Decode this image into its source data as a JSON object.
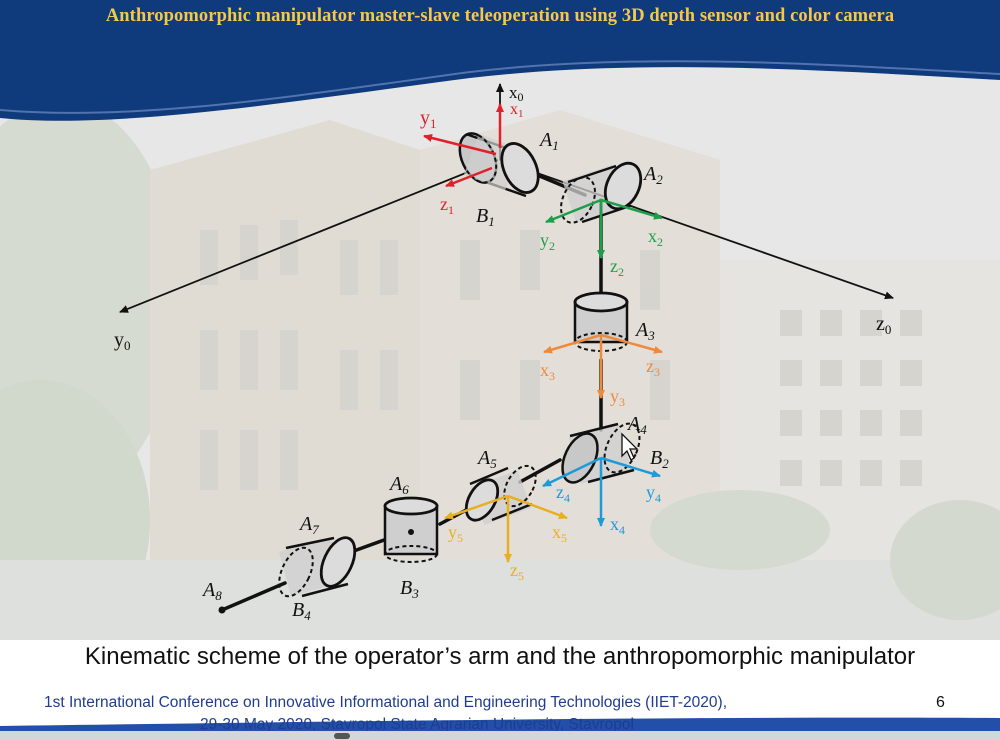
{
  "title": "Anthropomorphic manipulator master-slave teleoperation using 3D depth sensor and color camera",
  "caption": "Kinematic scheme of the operator’s arm and the anthropomorphic manipulator",
  "footer": {
    "conference": "1st International Conference on Innovative Informational and Engineering Technologies (IIET-2020),",
    "second_line_partial": "29-30 May 2020, Stavropol State Agrarian University, Stavropol",
    "slide_number": "6"
  },
  "base_axes": [
    {
      "id": "x0",
      "main": "x",
      "sub": "0"
    },
    {
      "id": "y0",
      "main": "y",
      "sub": "0"
    },
    {
      "id": "z0",
      "main": "z",
      "sub": "0"
    }
  ],
  "joints": {
    "A1": {
      "main": "A",
      "sub": "1"
    },
    "A2": {
      "main": "A",
      "sub": "2"
    },
    "A3": {
      "main": "A",
      "sub": "3"
    },
    "A4": {
      "main": "A",
      "sub": "4"
    },
    "A5": {
      "main": "A",
      "sub": "5"
    },
    "A6": {
      "main": "A",
      "sub": "6"
    },
    "A7": {
      "main": "A",
      "sub": "7"
    },
    "A8": {
      "main": "A",
      "sub": "8"
    },
    "B1": {
      "main": "B",
      "sub": "1"
    },
    "B2": {
      "main": "B",
      "sub": "2"
    },
    "B3": {
      "main": "B",
      "sub": "3"
    },
    "B4": {
      "main": "B",
      "sub": "4"
    }
  },
  "frames": {
    "f1": {
      "color": "#e0202a",
      "x": {
        "main": "x",
        "sub": "1"
      },
      "y": {
        "main": "y",
        "sub": "1"
      },
      "z": {
        "main": "z",
        "sub": "1"
      }
    },
    "f2": {
      "color": "#1e9e4a",
      "x": {
        "main": "x",
        "sub": "2"
      },
      "y": {
        "main": "y",
        "sub": "2"
      },
      "z": {
        "main": "z",
        "sub": "2"
      }
    },
    "f3": {
      "color": "#ee8a3c",
      "x": {
        "main": "x",
        "sub": "3"
      },
      "y": {
        "main": "y",
        "sub": "3"
      },
      "z": {
        "main": "z",
        "sub": "3"
      }
    },
    "f4": {
      "color": "#1e9ad6",
      "x": {
        "main": "x",
        "sub": "4"
      },
      "y": {
        "main": "y",
        "sub": "4"
      },
      "z": {
        "main": "z",
        "sub": "4"
      }
    },
    "f5": {
      "color": "#e8b021",
      "x": {
        "main": "x",
        "sub": "5"
      },
      "y": {
        "main": "y",
        "sub": "5"
      },
      "z": {
        "main": "z",
        "sub": "5"
      }
    }
  },
  "colors": {
    "header_bg": "#0f3a7c",
    "title_text": "#f2c94c",
    "footer_text": "#1f3c8f"
  }
}
